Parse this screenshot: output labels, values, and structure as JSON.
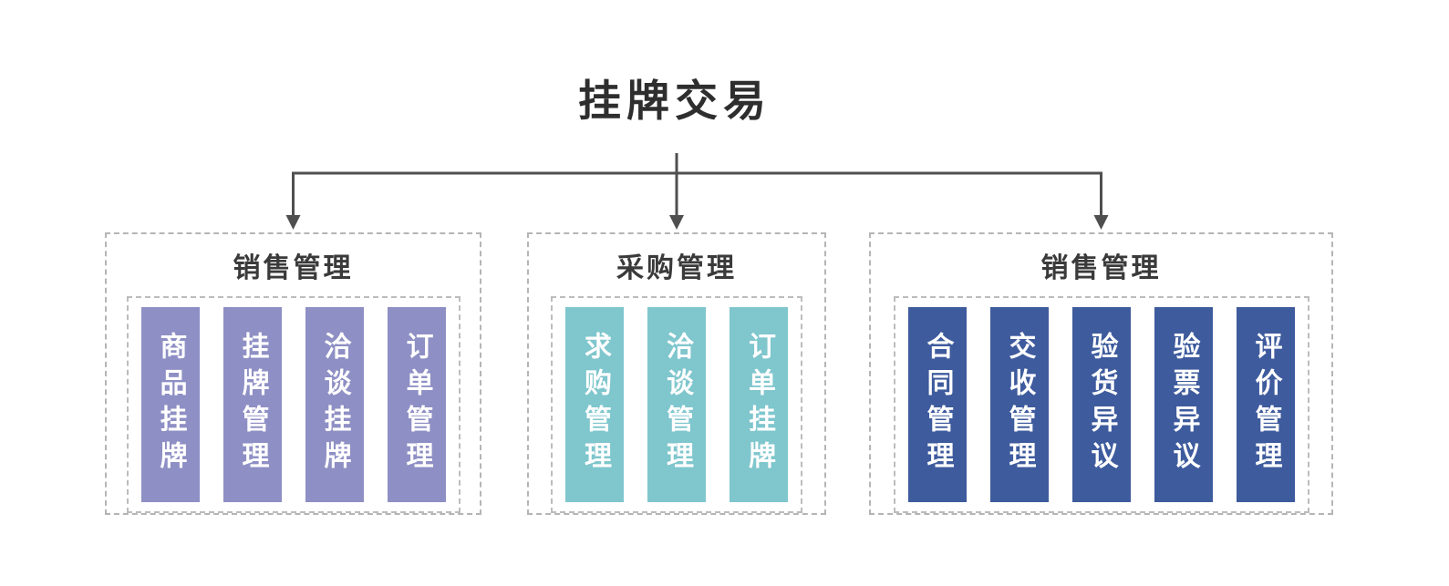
{
  "diagram": {
    "title": "挂牌交易",
    "line_color": "#4f4f4f",
    "border_color": "#b5b5b5",
    "groups": [
      {
        "title": "销售管理",
        "bar_color": "#8e8fc4",
        "items": [
          "商品挂牌",
          "挂牌管理",
          "洽谈挂牌",
          "订单管理"
        ]
      },
      {
        "title": "采购管理",
        "bar_color": "#7fc6cd",
        "items": [
          "求购管理",
          "洽谈管理",
          "订单挂牌"
        ]
      },
      {
        "title": "销售管理",
        "bar_color": "#3e5b9d",
        "items": [
          "合同管理",
          "交收管理",
          "验货异议",
          "验票异议",
          "评价管理"
        ]
      }
    ]
  }
}
